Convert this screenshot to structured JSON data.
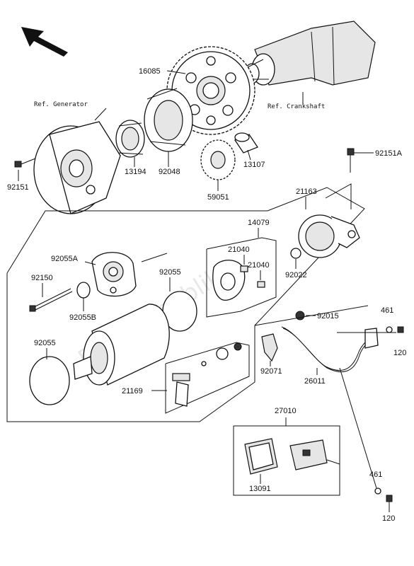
{
  "refs": {
    "generator": "Ref. Generator",
    "crankshaft": "Ref. Crankshaft"
  },
  "watermark": "PartsRepublik",
  "parts": {
    "p16085": "16085",
    "p13194": "13194",
    "p92048": "92048",
    "p13107": "13107",
    "p59051": "59051",
    "p92151": "92151",
    "p92151A": "92151A",
    "p21163": "21163",
    "p14079": "14079",
    "p21040a": "21040",
    "p21040b": "21040",
    "p92022": "92022",
    "p92055A": "92055A",
    "p92150": "92150",
    "p92055B": "92055B",
    "p92055a": "92055",
    "p92055b": "92055",
    "p92015": "92015",
    "p461a": "461",
    "p120a": "120",
    "p21169": "21169",
    "p92071": "92071",
    "p26011": "26011",
    "p27010": "27010",
    "p13091": "13091",
    "p461b": "461",
    "p120b": "120"
  }
}
